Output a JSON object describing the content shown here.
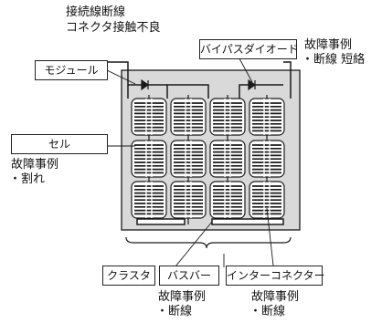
{
  "labels": {
    "top_fault_1": "接続線断線",
    "top_fault_2": "コネクタ接触不良",
    "module": "モジュール",
    "cell": "セル",
    "bypass_diode": "バイパスダイオード",
    "cluster": "クラスタ",
    "busbar": "バスバー",
    "interconnector": "インターコネクター"
  },
  "fault_examples": {
    "bypass": {
      "heading": "故障事例",
      "detail": "・断線 短絡"
    },
    "cell": {
      "heading": "故障事例",
      "detail": "・割れ"
    },
    "busbar": {
      "heading": "故障事例",
      "detail": "・断線"
    },
    "interconnector": {
      "heading": "故障事例",
      "detail": "・断線"
    }
  },
  "colors": {
    "module_fill": "#d9d9d9",
    "cell_fill": "#ffffff",
    "line": "#1a1a1a"
  }
}
